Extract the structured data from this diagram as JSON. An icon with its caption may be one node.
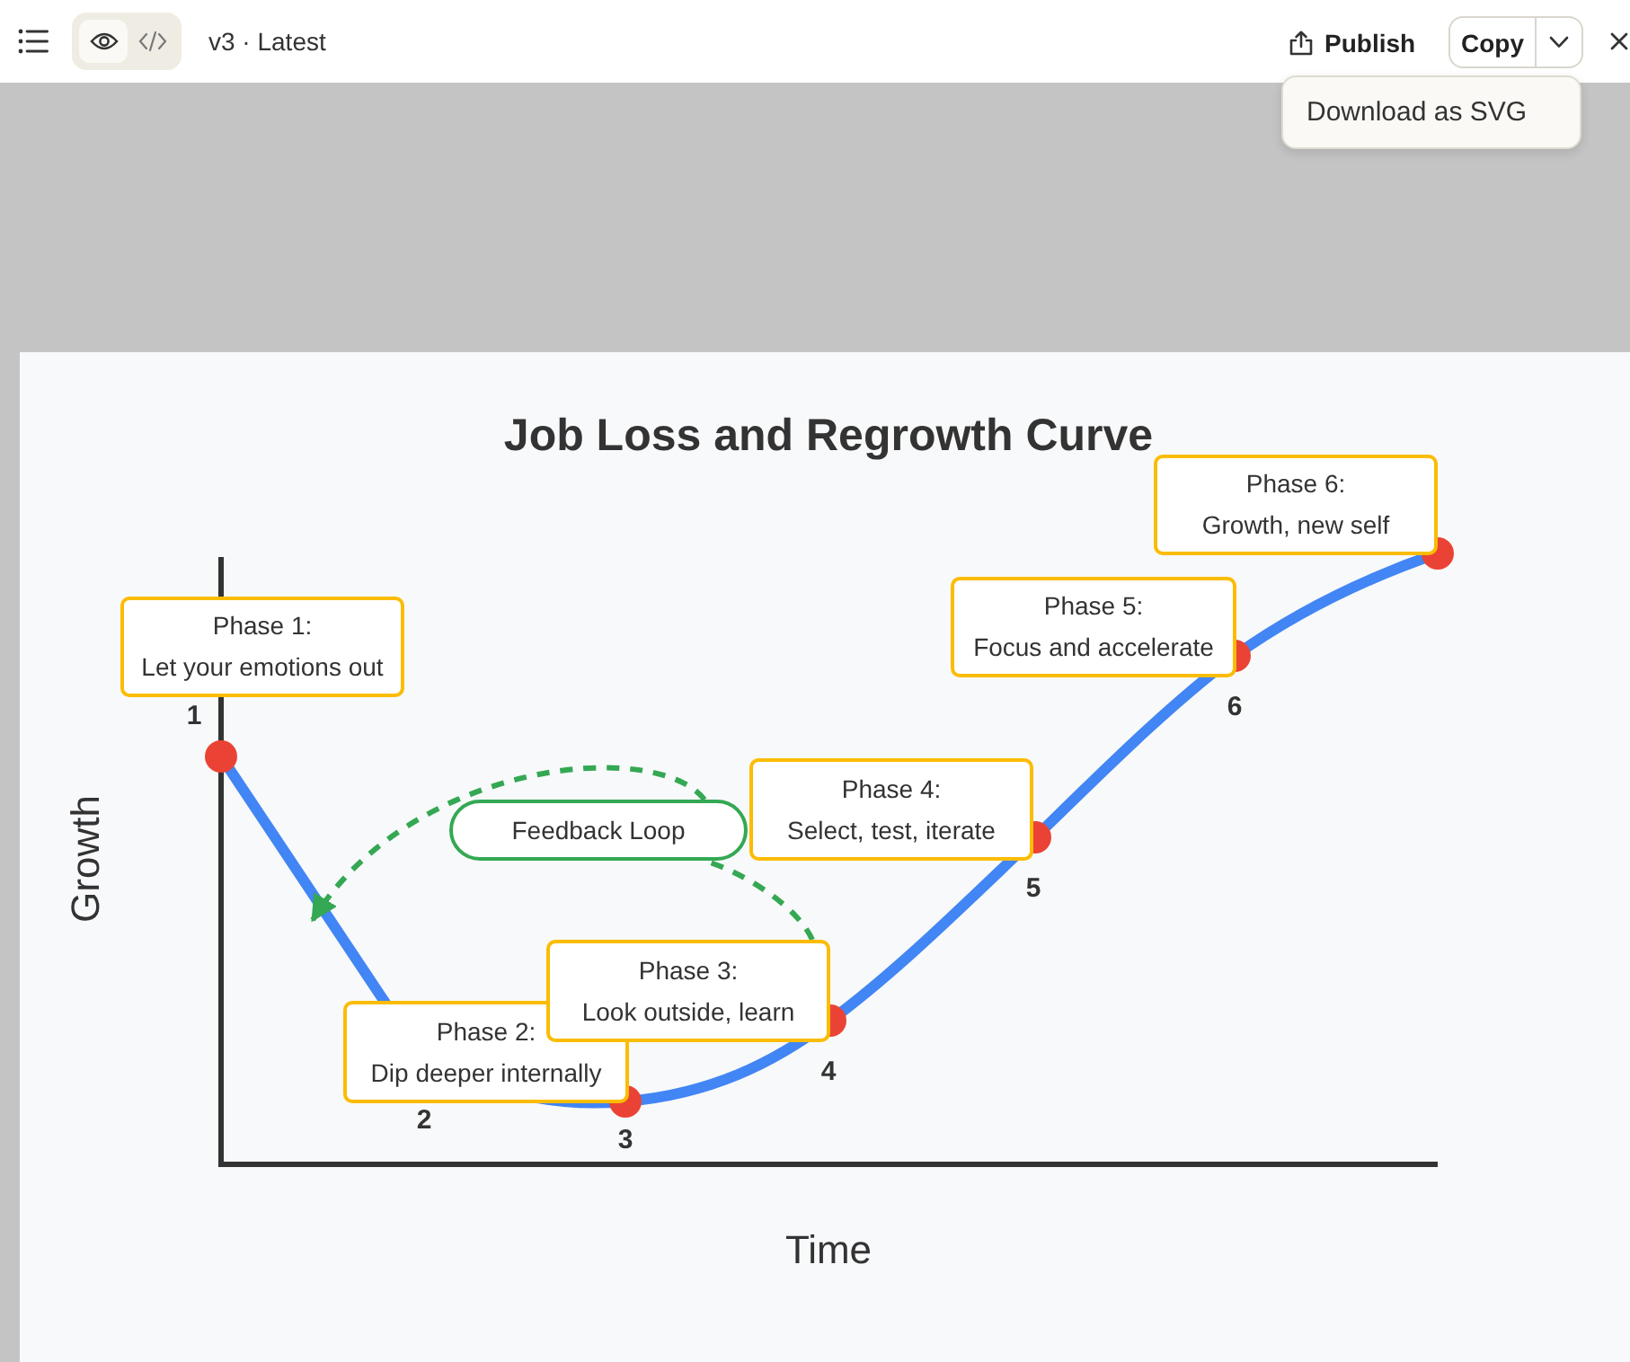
{
  "diagram": {
    "title": "Job Loss and Regrowth Curve",
    "nodes": [
      {
        "text": [
          "Phase 1:",
          "Let your emotions out"
        ]
      },
      {
        "text": [
          "Phase 2:",
          "Dip deeper internally"
        ]
      },
      {
        "text": [
          "Phase 3:",
          "Look outside, learn"
        ]
      },
      {
        "text": [
          "Phase 4:",
          "Select, test, iterate"
        ]
      },
      {
        "text": [
          "Phase 5:",
          "Focus and accelerate"
        ]
      },
      {
        "text": [
          "Phase 6:",
          "Growth, new self"
        ]
      },
      {
        "text": [
          "Feedback Loop"
        ]
      }
    ],
    "edges": [
      {
        "from": 2,
        "to": 6,
        "arrow": "none",
        "style": "dashed",
        "color": "#34a853"
      },
      {
        "from": 6,
        "to": null,
        "arrow": "to",
        "style": "dashed",
        "color": "#34a853"
      }
    ],
    "labels": [
      "v3 · Latest",
      "Publish",
      "Copy",
      "Download as SVG",
      "Growth",
      "1",
      "2",
      "3",
      "4",
      "5",
      "6",
      "Time"
    ]
  }
}
